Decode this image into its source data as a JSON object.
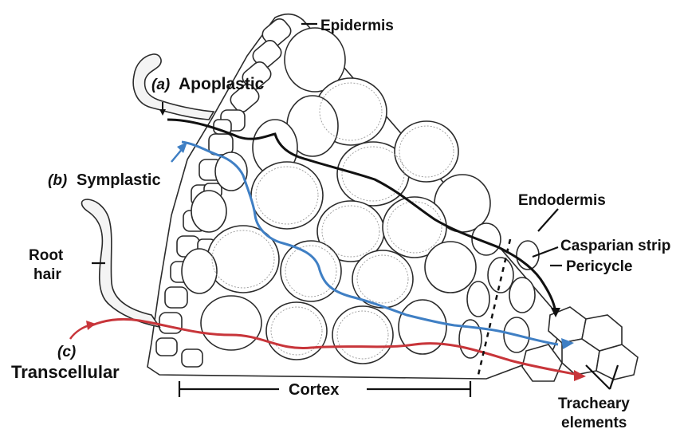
{
  "labels": {
    "epidermis": "Epidermis",
    "apoplastic_letter": "(a)",
    "apoplastic": "Apoplastic",
    "symplastic_letter": "(b)",
    "symplastic": "Symplastic",
    "root_hair_line1": "Root",
    "root_hair_line2": "hair",
    "transcellular_letter": "(c)",
    "transcellular": "Transcellular",
    "cortex": "Cortex",
    "endodermis": "Endodermis",
    "casparian_strip": "Casparian strip",
    "pericycle": "Pericycle",
    "tracheary_line1": "Tracheary",
    "tracheary_line2": "elements"
  },
  "pathway_colors": {
    "apoplastic": "#111111",
    "symplastic": "#3f7fc4",
    "transcellular": "#c8353a"
  }
}
